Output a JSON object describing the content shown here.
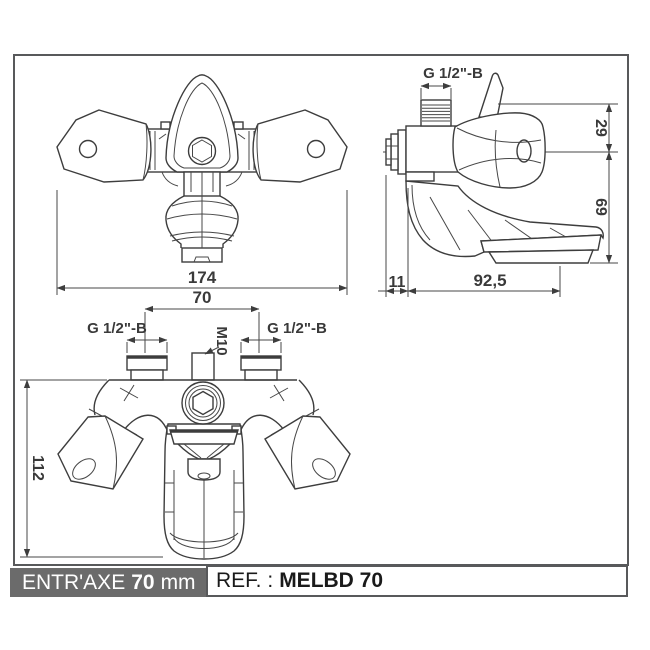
{
  "front_view": {
    "dim_width": "174"
  },
  "top_view": {
    "dim_entraxe": "70",
    "thread_label_left": "G 1/2\"-B",
    "thread_label_right": "G 1/2\"-B",
    "stud_label": "M10",
    "dim_depth": "112"
  },
  "side_view": {
    "thread_label": "G 1/2\"-B",
    "dim_stub_height": "29",
    "dim_spout_drop": "69",
    "dim_wall_offset": "11",
    "dim_reach": "92,5"
  },
  "footer": {
    "entraxe_label": "ENTR'AXE",
    "entraxe_value": "70",
    "entraxe_unit": "mm",
    "ref_label": "REF. :",
    "ref_value": "MELBD 70"
  },
  "colors": {
    "line": "#3d3d3d",
    "banner_bg": "#6b6b6b",
    "banner_text": "#ffffff",
    "border": "#58595b"
  }
}
